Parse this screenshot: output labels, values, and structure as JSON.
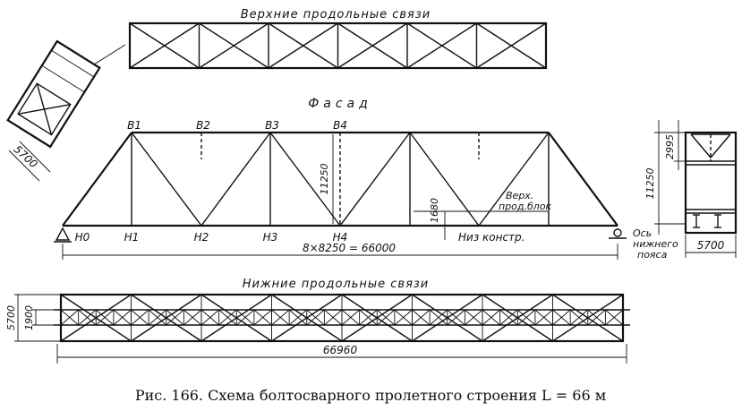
{
  "titles": {
    "upper_bracing": "Верхние продольные связи",
    "facade": "Фасад",
    "lower_bracing": "Нижние продольные связи"
  },
  "upper_nodes": [
    "В1",
    "В2",
    "В3",
    "В4"
  ],
  "lower_nodes": [
    "Н0",
    "Н1",
    "Н2",
    "Н3",
    "Н4"
  ],
  "dimensions": {
    "truss_height": "11250",
    "span_formula": "8×8250 = 66000",
    "block_offset": "1680",
    "section_height": "11250",
    "section_top": "2995",
    "section_width": "5700",
    "portal_width": "5700",
    "lower_width_outer": "5700",
    "lower_width_inner": "1900",
    "lower_length": "66960"
  },
  "annotations": {
    "upper_block": "Верх. прод.блок",
    "bottom_of_structure": "Низ констр.",
    "axis_lower_chord": "Ось нижнего пояса"
  },
  "caption": "Рис. 166. Схема болтосварного пролетного строения L = 66 м"
}
